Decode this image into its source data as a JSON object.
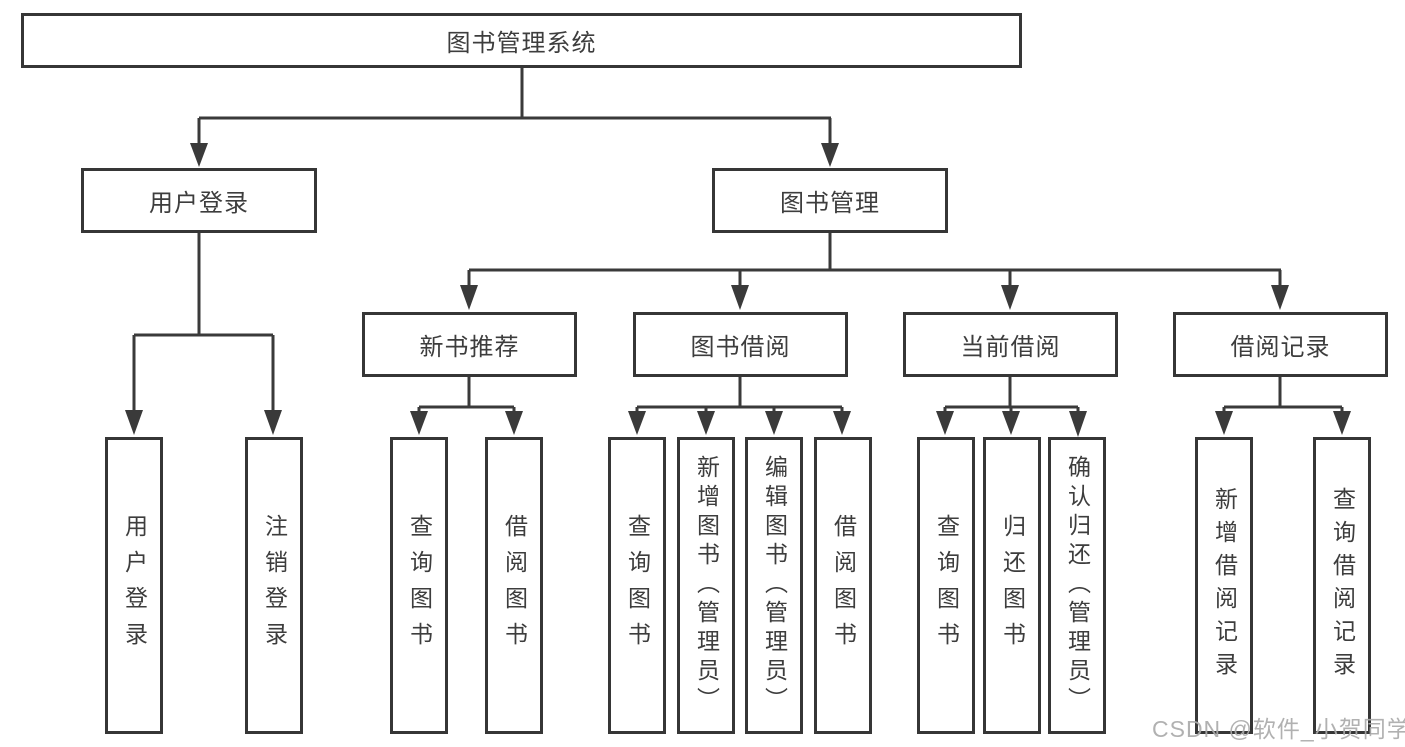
{
  "tree": {
    "root": {
      "label": "图书管理系统"
    },
    "branches": [
      {
        "label": "用户登录",
        "children": [
          {
            "label": "用户登录"
          },
          {
            "label": "注销登录"
          }
        ]
      },
      {
        "label": "图书管理",
        "sections": [
          {
            "label": "新书推荐",
            "children": [
              {
                "label": "查询图书"
              },
              {
                "label": "借阅图书"
              }
            ]
          },
          {
            "label": "图书借阅",
            "children": [
              {
                "label": "查询图书"
              },
              {
                "label": "新增图书（管理员）"
              },
              {
                "label": "编辑图书（管理员）"
              },
              {
                "label": "借阅图书"
              }
            ]
          },
          {
            "label": "当前借阅",
            "children": [
              {
                "label": "查询图书"
              },
              {
                "label": "归还图书"
              },
              {
                "label": "确认归还（管理员）"
              }
            ]
          },
          {
            "label": "借阅记录",
            "children": [
              {
                "label": "新增借阅记录"
              },
              {
                "label": "查询借阅记录"
              }
            ]
          }
        ]
      }
    ]
  },
  "watermark": {
    "text": "CSDN @软件_小贺同学"
  },
  "colors": {
    "line": "#3a3a3a",
    "text": "#3d3d3d",
    "background": "#ffffff",
    "watermark": "#ababab"
  }
}
